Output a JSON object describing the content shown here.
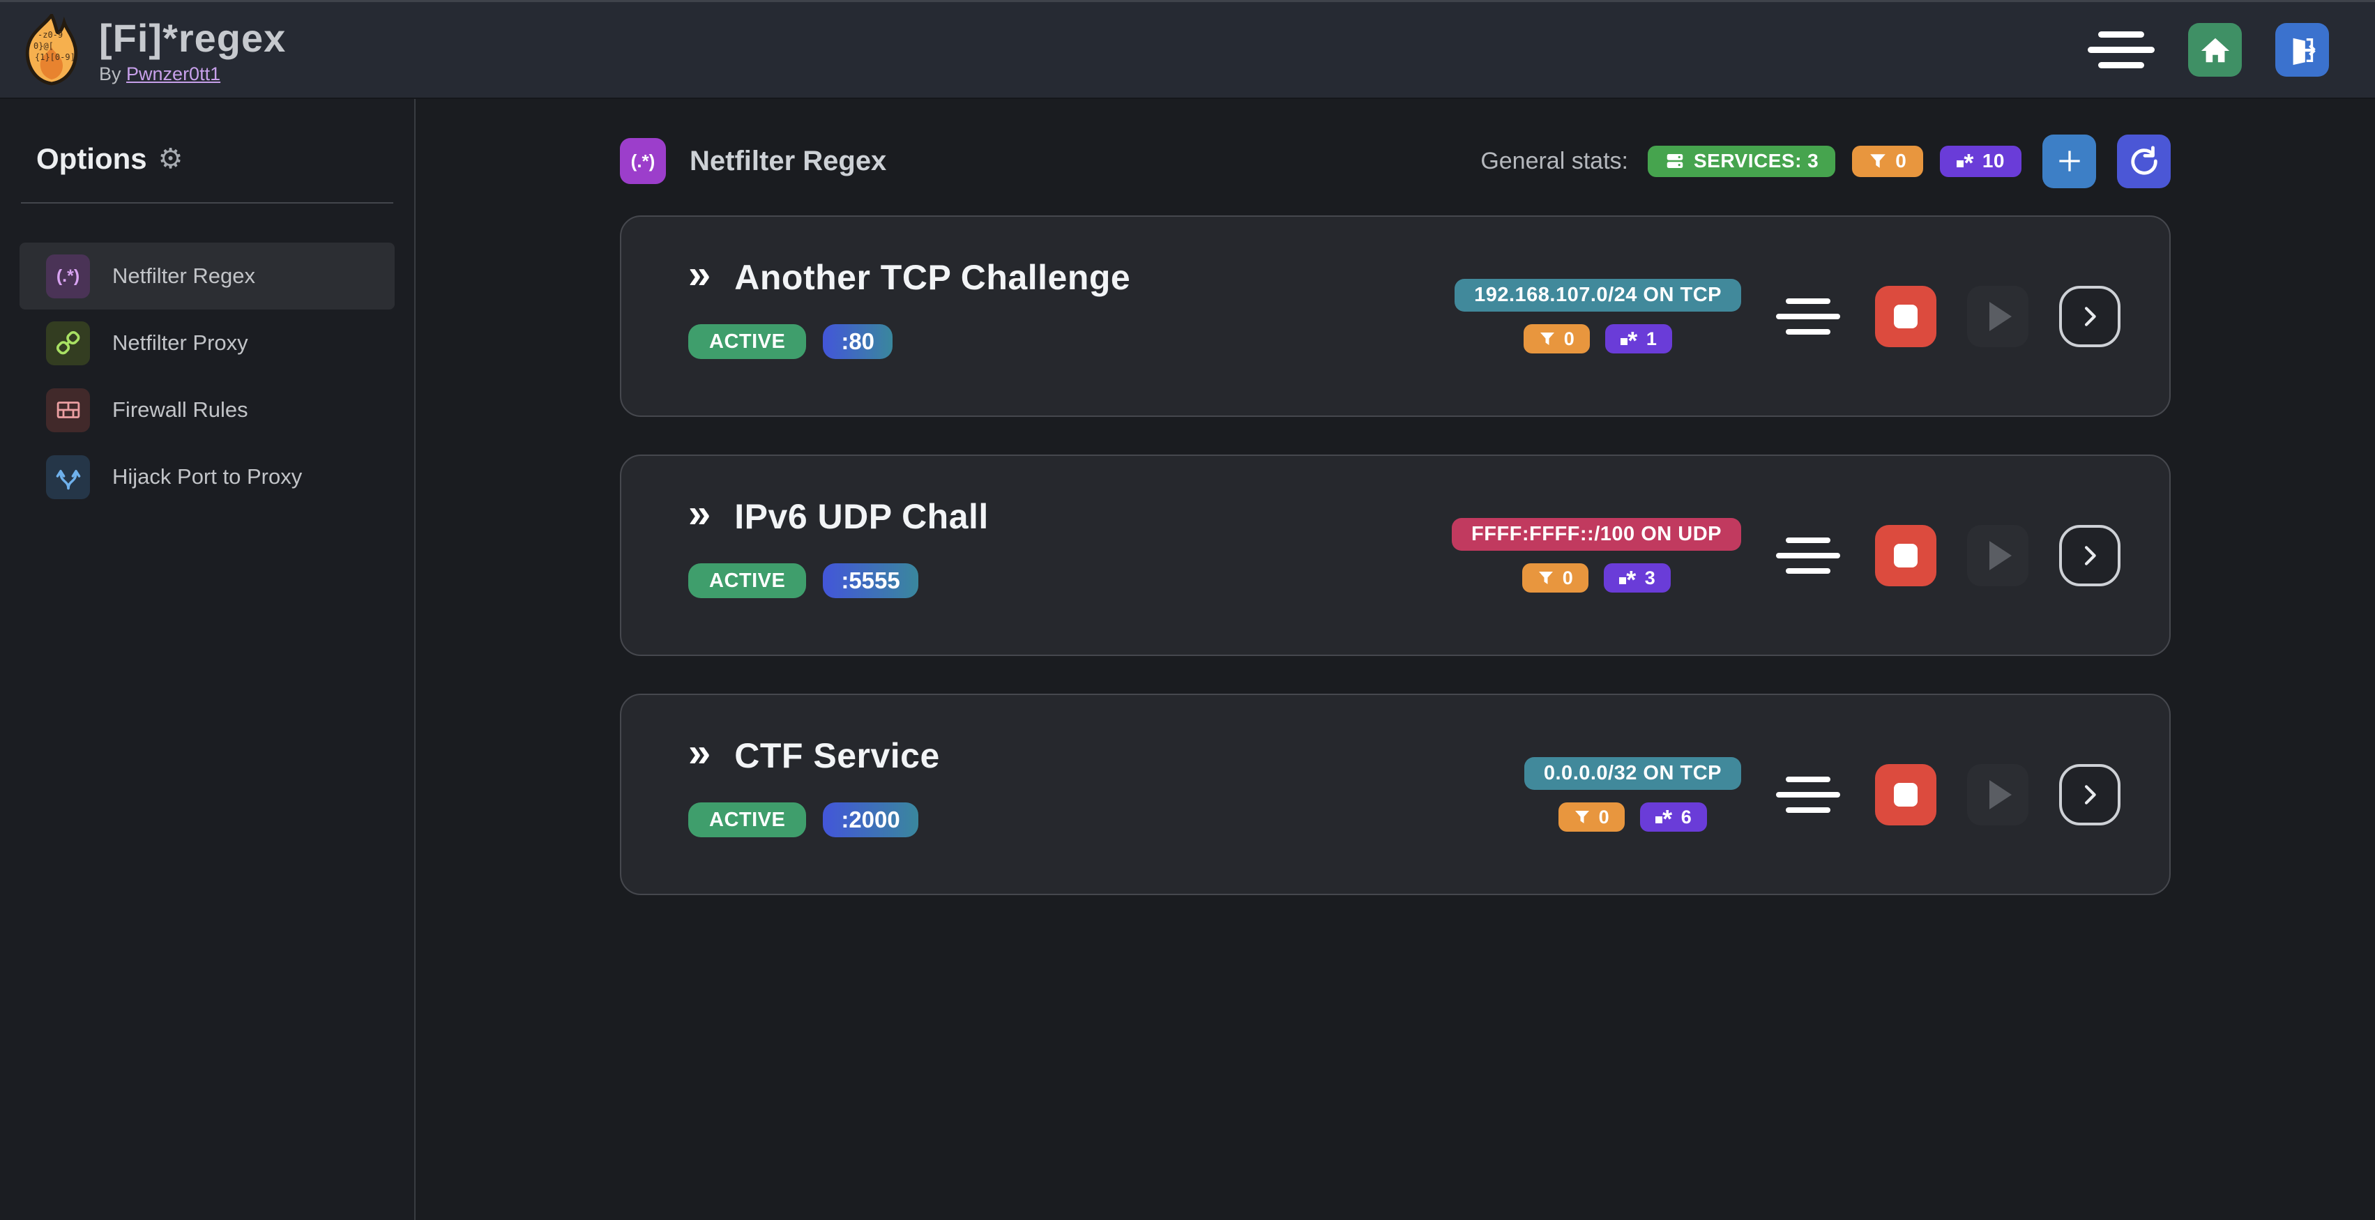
{
  "header": {
    "title": "[Fi]*regex",
    "byline_prefix": "By",
    "author_link": "Pwnzer0tt1"
  },
  "sidebar": {
    "heading": "Options",
    "gear_glyph": "⚙",
    "items": [
      {
        "label": "Netfilter Regex",
        "icon": "regex-icon",
        "icon_text": "(.*)",
        "active": true
      },
      {
        "label": "Netfilter Proxy",
        "icon": "proxy-plug-icon",
        "active": false
      },
      {
        "label": "Firewall Rules",
        "icon": "brick-wall-icon",
        "active": false
      },
      {
        "label": "Hijack Port to Proxy",
        "icon": "split-arrows-icon",
        "active": false
      }
    ]
  },
  "main": {
    "section_icon_text": "(.*)",
    "section_title": "Netfilter Regex",
    "stats_label": "General stats:",
    "stats": {
      "services": "SERVICES: 3",
      "filtered_packets": "0",
      "regexes": "10"
    }
  },
  "services": [
    {
      "name": "Another TCP Challenge",
      "status": "ACTIVE",
      "port": ":80",
      "address": "192.168.107.0/24 ON TCP",
      "address_color": "#41899b",
      "filtered_packets": "0",
      "regexes": "1"
    },
    {
      "name": "IPv6 UDP Chall",
      "status": "ACTIVE",
      "port": ":5555",
      "address": "FFFF:FFFF::/100 ON UDP",
      "address_color": "#c13a5f",
      "filtered_packets": "0",
      "regexes": "3"
    },
    {
      "name": "CTF Service",
      "status": "ACTIVE",
      "port": ":2000",
      "address": "0.0.0.0/32 ON TCP",
      "address_color": "#41899b",
      "filtered_packets": "0",
      "regexes": "6"
    }
  ],
  "colors": {
    "services_badge": "#46a44e",
    "filter_badge": "#e8963e",
    "regex_badge": "#6a3cd8",
    "active_badge": "#3f9e6c",
    "port_gradient_start": "#4356d9",
    "port_gradient_end": "#3a879d",
    "stop_button": "#dc4b3e",
    "add_button": "#3d7fc6",
    "refresh_button": "#4b57d6",
    "home_button": "#3f9065",
    "logout_button": "#3b72ce",
    "section_icon": "#9c3ecb"
  }
}
